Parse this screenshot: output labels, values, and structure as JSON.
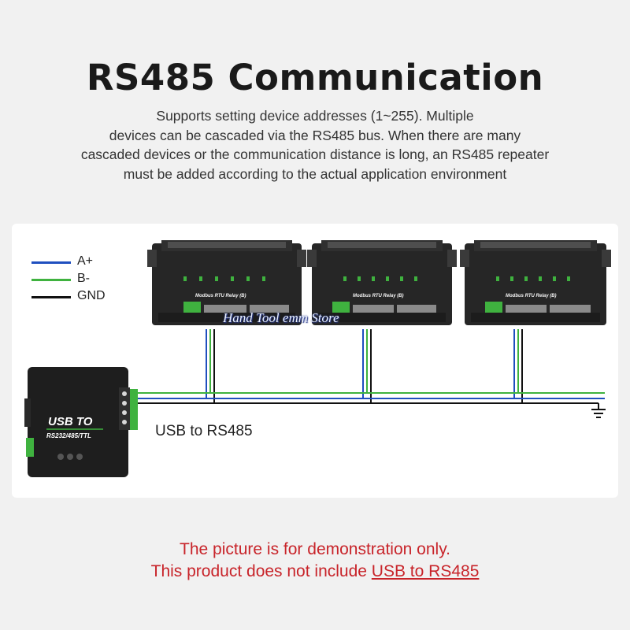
{
  "header": {
    "title": "RS485 Communication",
    "description_lines": [
      "Supports setting device addresses (1~255). Multiple",
      "devices can be cascaded via the RS485 bus. When there are many",
      "cascaded devices or the communication distance is long, an RS485 repeater",
      "must be added according to the actual application environment"
    ]
  },
  "legend": [
    {
      "label": "A+",
      "color": "#1f4fbf"
    },
    {
      "label": "B-",
      "color": "#3fb23f"
    },
    {
      "label": "GND",
      "color": "#111111"
    }
  ],
  "devices": [
    {
      "label": "Modbus RTU Relay (B)"
    },
    {
      "label": "Modbus RTU Relay (B)"
    },
    {
      "label": "Modbus RTU Relay (B)"
    }
  ],
  "converter": {
    "line1": "USB TO",
    "line2": "RS232/485/TTL"
  },
  "usb_label": "USB to RS485",
  "watermark": "Hand Tool emm Store",
  "notice": {
    "line1": "The picture is for demonstration only.",
    "line2_prefix": "This product does not include ",
    "line2_link": "USB to RS485"
  },
  "colors": {
    "accent": "#c8242a",
    "wire_a": "#1f4fbf",
    "wire_b": "#3fb23f",
    "wire_gnd": "#111111",
    "terminal_green": "#3fb23f"
  }
}
